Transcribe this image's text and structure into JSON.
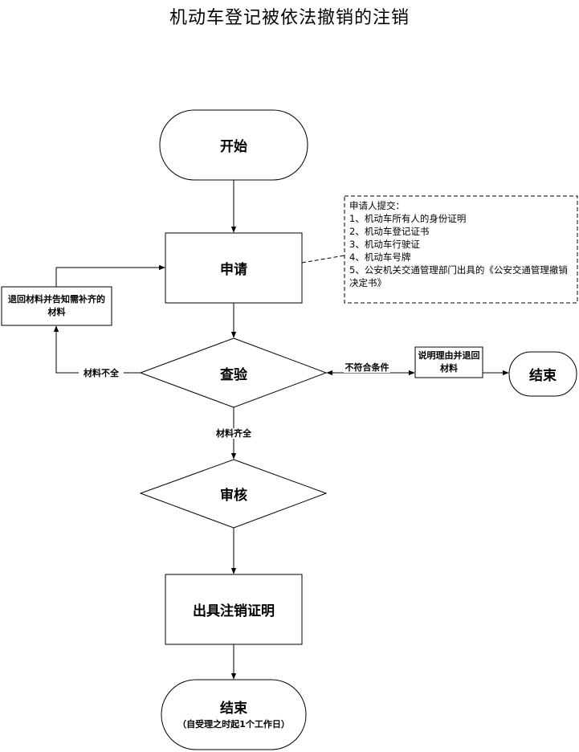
{
  "title": "机动车登记被依法撤销的注销",
  "nodes": {
    "start": "开始",
    "apply": "申请",
    "return_materials": "退回材料并告知需补齐的材料",
    "inspect": "查验",
    "explain_return": "说明理由并退回材料",
    "end_right": "结束",
    "review": "审核",
    "issue_certificate": "出具注销证明",
    "end_bottom": "结束",
    "end_bottom_note": "（自受理之时起1个工作日）"
  },
  "edge_labels": {
    "incomplete": "材料不全",
    "not_qualified": "不符合条件",
    "complete": "材料齐全"
  },
  "applicant_submit": {
    "heading": "申请人提交：",
    "items": [
      "1、机动车所有人的身份证明",
      "2、机动车登记证书",
      "3、机动车行驶证",
      "4、机动车号牌",
      "5、公安机关交通管理部门出具的《公安交通管理撤销决定书》"
    ]
  }
}
